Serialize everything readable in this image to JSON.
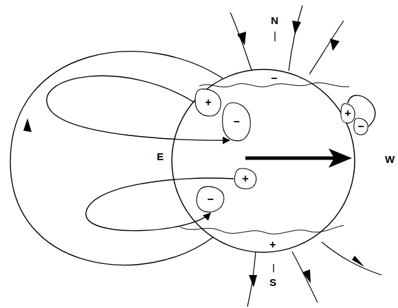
{
  "diagram": {
    "nodes": [
      {
        "text": [
          "+"
        ]
      },
      {
        "text": [
          "−"
        ]
      },
      {
        "text": [
          "+"
        ]
      },
      {
        "text": [
          "−"
        ]
      },
      {
        "text": [
          "+"
        ]
      },
      {
        "text": [
          "−"
        ]
      }
    ],
    "edges": [
      {
        "from": 0,
        "to": 1,
        "arrow": "to"
      },
      {
        "from": 2,
        "to": 3,
        "arrow": "none"
      },
      {
        "from": 4,
        "to": 5,
        "arrow": "to"
      }
    ],
    "labels": [
      "N",
      "E",
      "W",
      "S",
      "−",
      "+"
    ]
  }
}
